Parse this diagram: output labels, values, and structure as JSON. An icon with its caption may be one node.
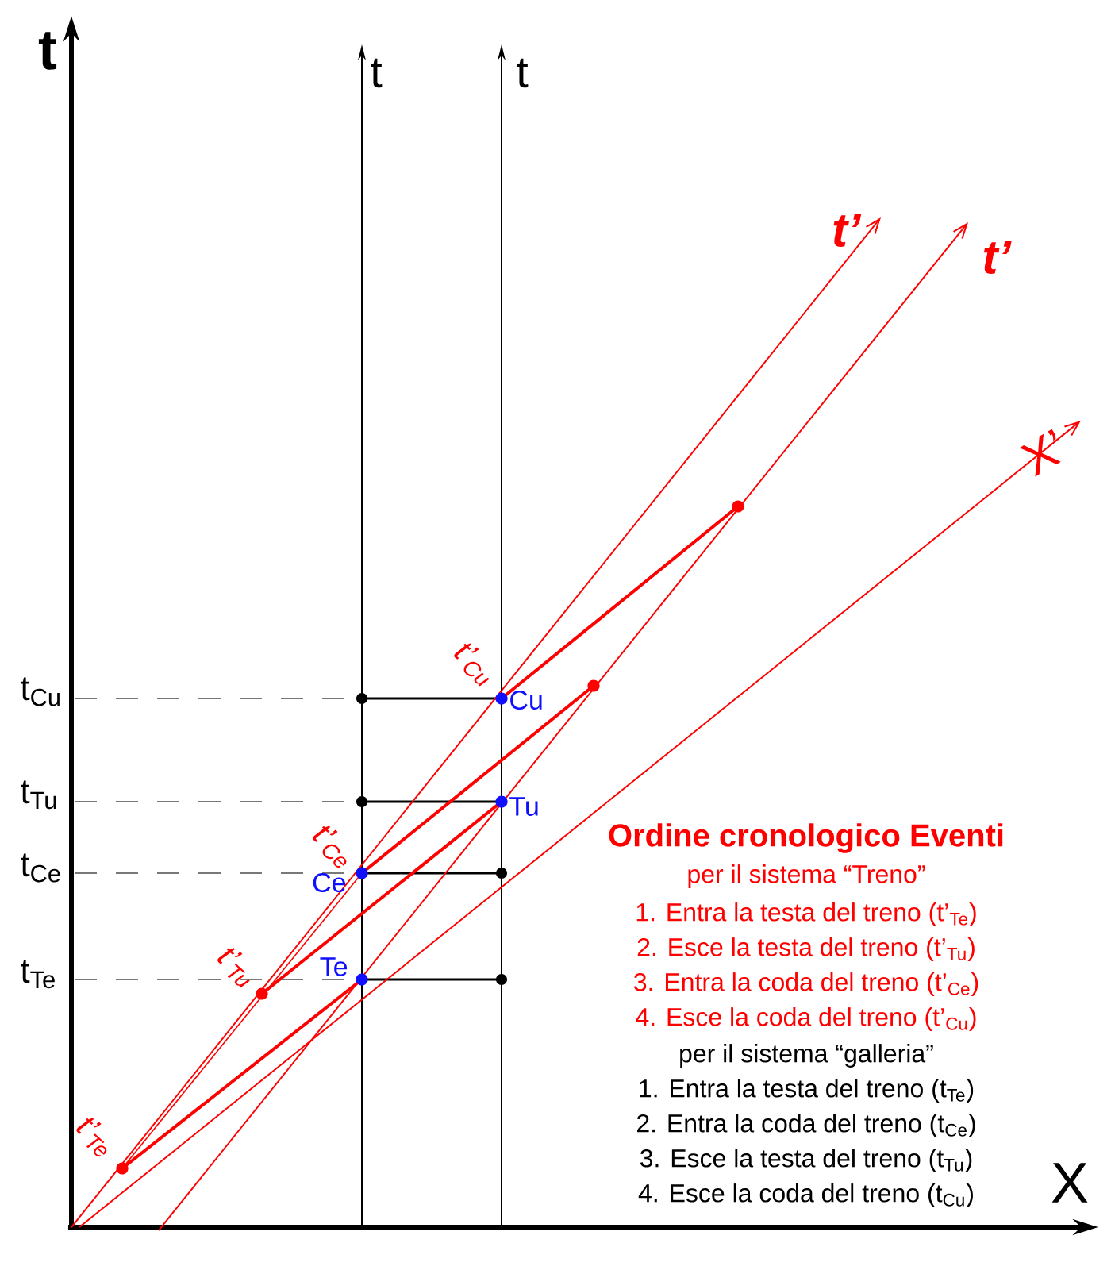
{
  "diagram": {
    "labels": [
      "t",
      "t",
      "t",
      "t’",
      "t’",
      "X’",
      "t’$_{Cu}$",
      "t$_{Cu}$",
      "Cu",
      "t$_{Tu}$",
      "Tu",
      "t’$_{Ce}$",
      "t$_{Ce}$",
      "Ce",
      "t’$_{Tu}$",
      "Te",
      "t$_{Te}$",
      "t’$_{Te}$",
      "X",
      "Ordine cronologico Eventi",
      "per il sistema “Treno”",
      "1. Entra la testa del treno (t’$_{Te}$)",
      "2. Esce la testa del treno (t’$_{Tu}$)",
      "3. Entra la coda del treno (t’$_{Ce}$)",
      "4. Esce la coda del treno (t’$_{Cu}$)",
      "per il sistema “galleria”",
      "1. Entra la testa del treno (t$_{Te}$)",
      "2. Entra la coda del treno (t$_{Ce}$)",
      "3. Esce la testa del treno (t$_{Tu}$)",
      "4. Esce la coda del treno (t$_{Cu}$)"
    ]
  }
}
